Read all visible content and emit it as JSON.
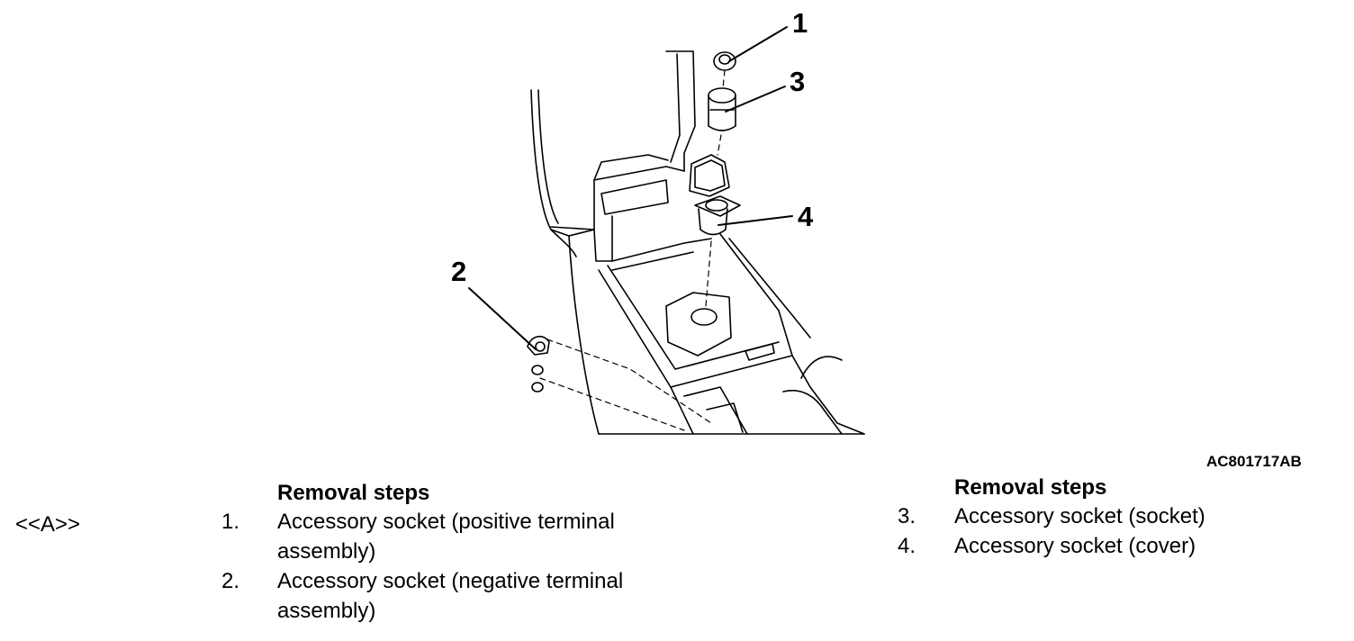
{
  "callouts": {
    "c1": "1",
    "c2": "2",
    "c3": "3",
    "c4": "4"
  },
  "figure_code": "AC801717AB",
  "procedure_mark": "<<A>>",
  "left_list": {
    "heading": "Removal steps",
    "steps": [
      {
        "num": "1.",
        "text": "Accessory socket (positive terminal assembly)"
      },
      {
        "num": "2.",
        "text": "Accessory socket (negative terminal assembly)"
      }
    ]
  },
  "right_list": {
    "heading": "Removal steps",
    "steps": [
      {
        "num": "3.",
        "text": "Accessory socket (socket)"
      },
      {
        "num": "4.",
        "text": "Accessory socket (cover)"
      }
    ]
  }
}
